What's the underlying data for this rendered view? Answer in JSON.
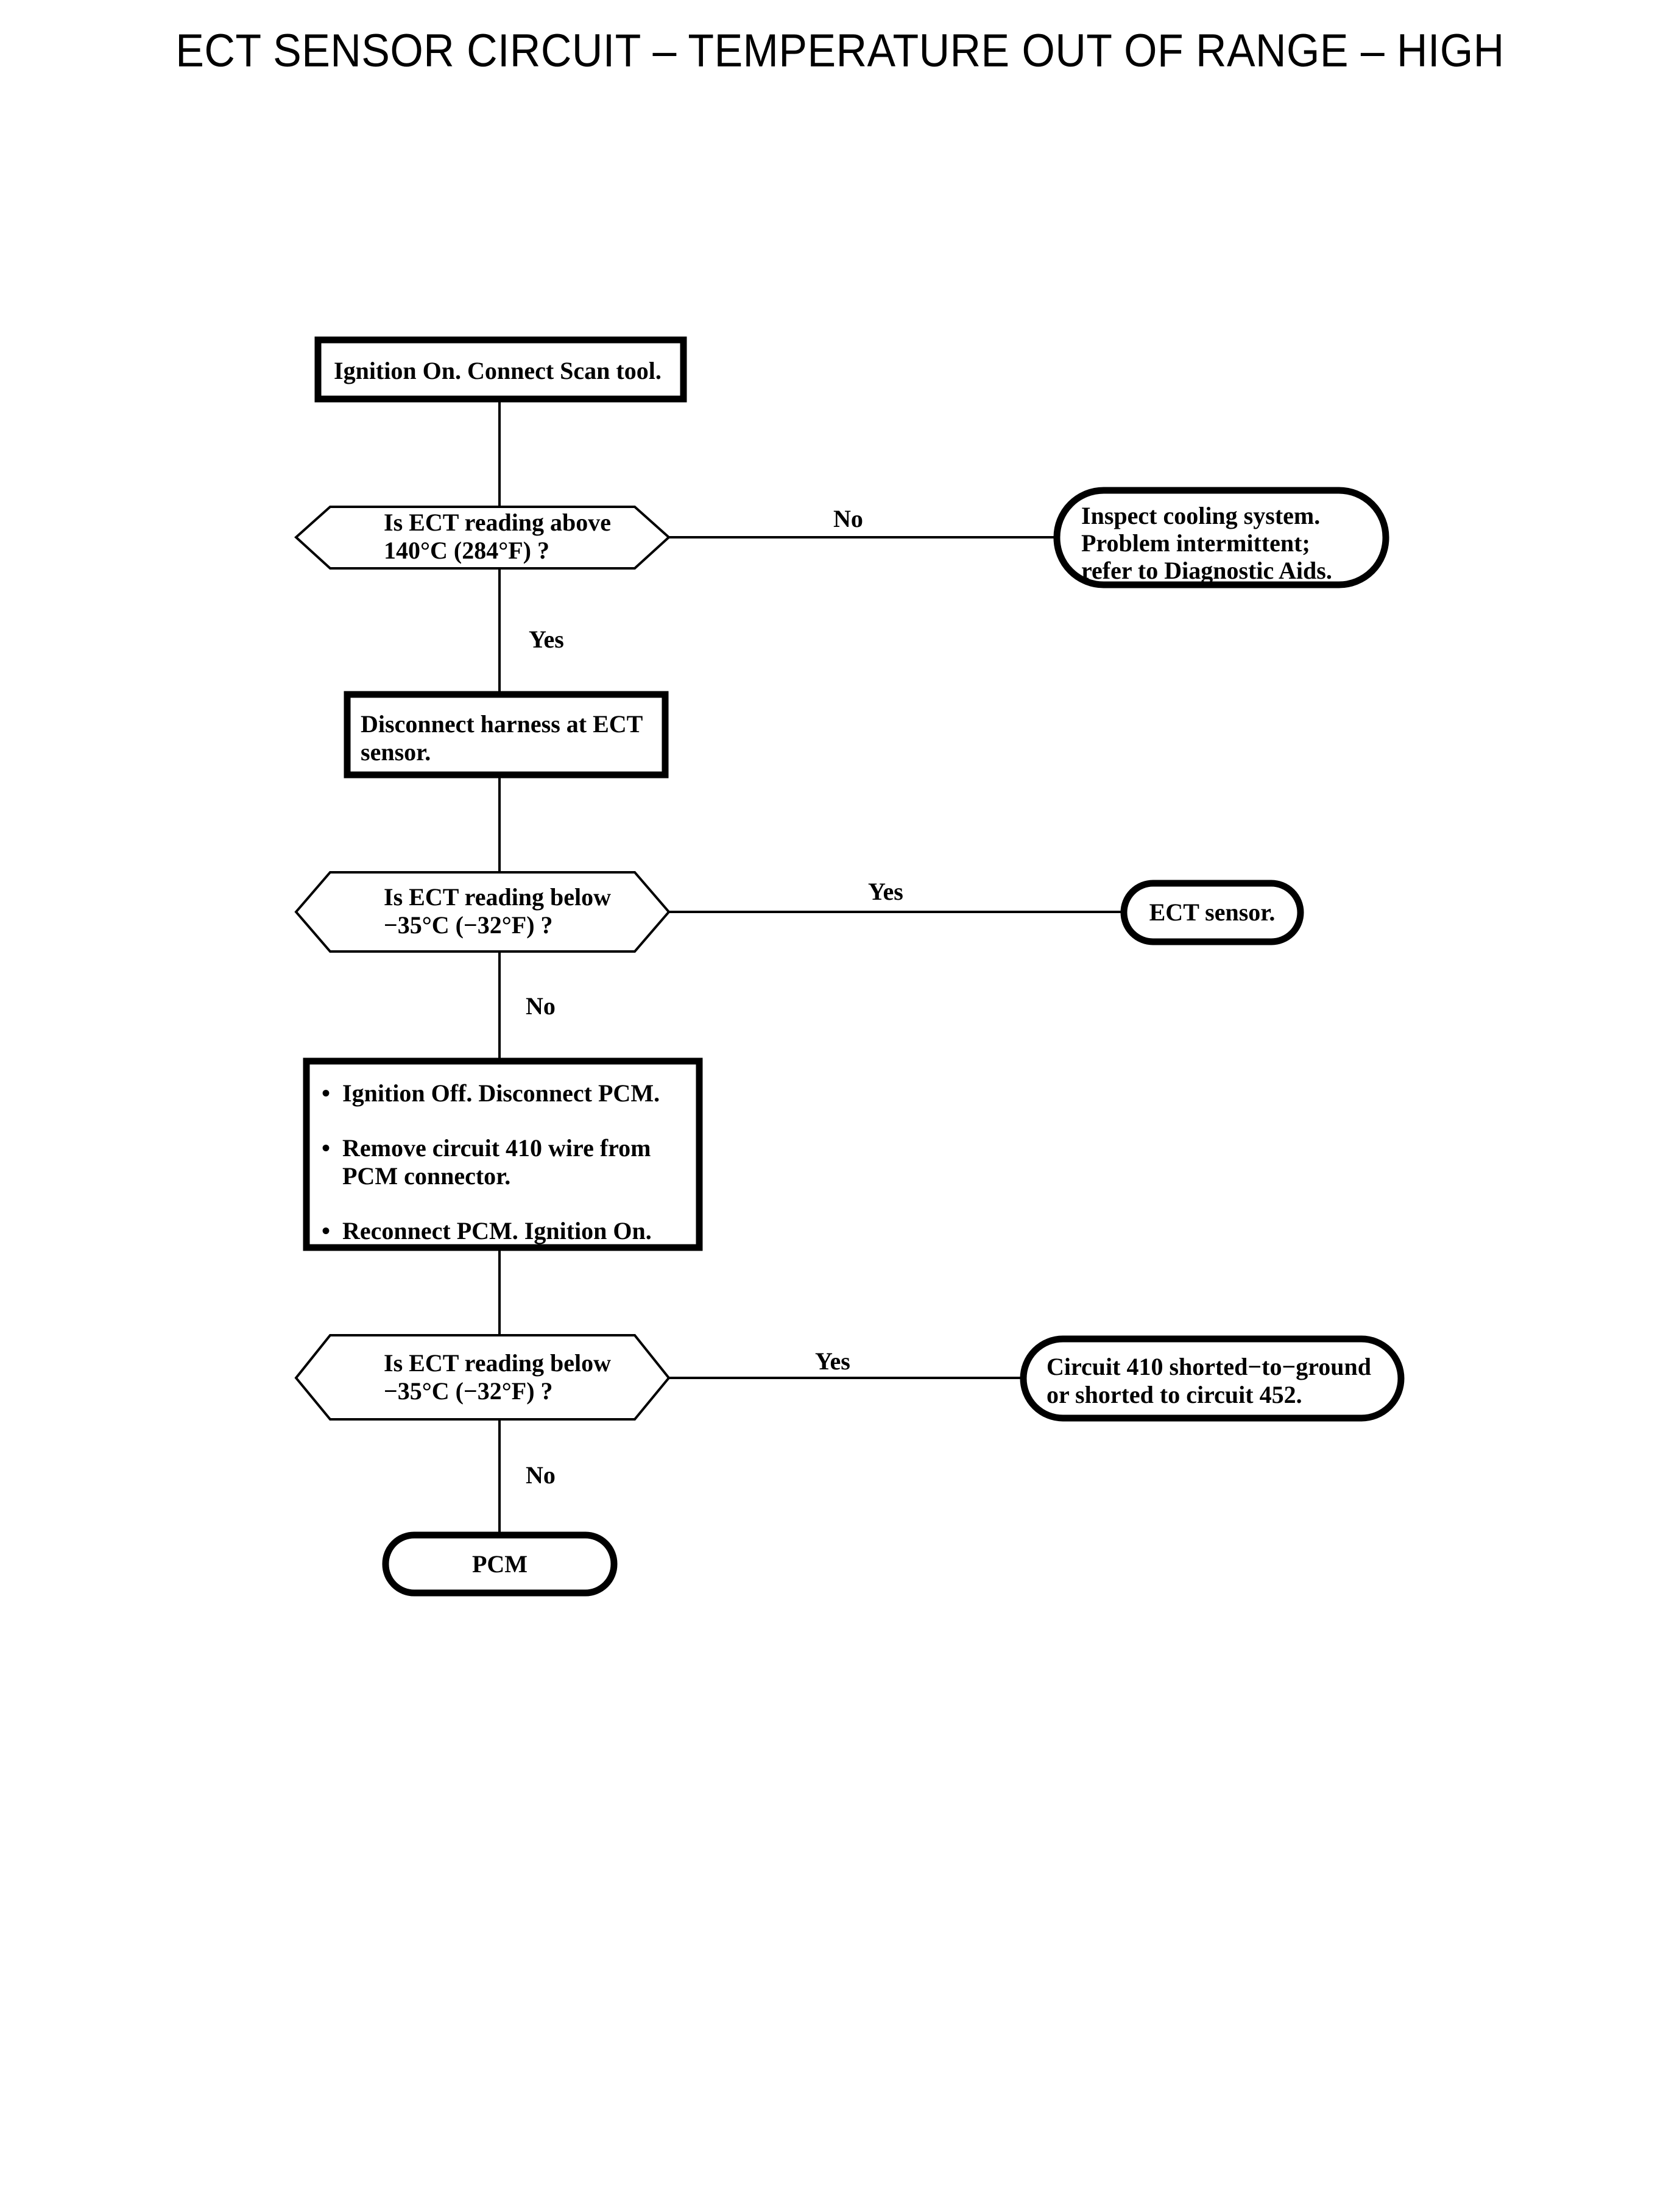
{
  "title": "ECT SENSOR CIRCUIT – TEMPERATURE OUT OF RANGE – HIGH",
  "chart_data": {
    "type": "diagram",
    "diagram_kind": "flowchart",
    "title": "ECT SENSOR CIRCUIT – TEMPERATURE OUT OF RANGE – HIGH",
    "orientation": "top-to-bottom with right branches",
    "nodes": [
      {
        "id": "n1",
        "shape": "rectangle",
        "text": "Ignition On. Connect Scan tool."
      },
      {
        "id": "n2",
        "shape": "hexagon",
        "text": "Is ECT reading above\n140°C (284°F) ?"
      },
      {
        "id": "n3",
        "shape": "stadium",
        "text": "Inspect cooling system.\nProblem intermittent;\nrefer to Diagnostic Aids."
      },
      {
        "id": "n4",
        "shape": "rectangle",
        "text": "Disconnect harness at ECT\nsensor."
      },
      {
        "id": "n5",
        "shape": "hexagon",
        "text": "Is ECT reading below\n−35°C (−32°F) ?"
      },
      {
        "id": "n6",
        "shape": "stadium",
        "text": "ECT sensor."
      },
      {
        "id": "n7",
        "shape": "rectangle-bullets",
        "bullets": [
          "Ignition Off. Disconnect PCM.",
          "Remove circuit 410 wire from\nPCM connector.",
          "Reconnect PCM. Ignition On."
        ]
      },
      {
        "id": "n8",
        "shape": "hexagon",
        "text": "Is ECT reading below\n−35°C (−32°F) ?"
      },
      {
        "id": "n9",
        "shape": "stadium",
        "text": "Circuit 410 shorted−to−ground\nor shorted to circuit 452."
      },
      {
        "id": "n10",
        "shape": "stadium",
        "text": "PCM"
      }
    ],
    "edges": [
      {
        "from": "n1",
        "to": "n2",
        "label": ""
      },
      {
        "from": "n2",
        "to": "n3",
        "label": "No"
      },
      {
        "from": "n2",
        "to": "n4",
        "label": "Yes"
      },
      {
        "from": "n4",
        "to": "n5",
        "label": ""
      },
      {
        "from": "n5",
        "to": "n6",
        "label": "Yes"
      },
      {
        "from": "n5",
        "to": "n7",
        "label": "No"
      },
      {
        "from": "n7",
        "to": "n8",
        "label": ""
      },
      {
        "from": "n8",
        "to": "n9",
        "label": "Yes"
      },
      {
        "from": "n8",
        "to": "n10",
        "label": "No"
      }
    ]
  },
  "nodes": {
    "start_step": {
      "text": "Ignition On. Connect Scan tool."
    },
    "decision_high": {
      "line1": "Is ECT reading above",
      "line2": "140°C (284°F) ?"
    },
    "result_cooling": {
      "line1": "Inspect cooling system.",
      "line2": "Problem intermittent;",
      "line3": "refer to Diagnostic Aids."
    },
    "step_disconnect": {
      "line1": "Disconnect harness at ECT",
      "line2": "sensor."
    },
    "decision_low_1": {
      "line1": "Is ECT reading below",
      "line2": "−35°C (−32°F) ?"
    },
    "result_sensor": {
      "text": "ECT sensor."
    },
    "step_pcm": {
      "bullet1": "Ignition Off. Disconnect PCM.",
      "bullet2": "Remove circuit 410 wire from\nPCM connector.",
      "bullet3": "Reconnect PCM. Ignition On.",
      "bullet_glyph": "•"
    },
    "decision_low_2": {
      "line1": "Is ECT reading below",
      "line2": "−35°C (−32°F) ?"
    },
    "result_short": {
      "line1": "Circuit 410 shorted−to−ground",
      "line2": "or shorted to circuit 452."
    },
    "result_pcm": {
      "text": "PCM"
    }
  },
  "edge_labels": {
    "no_1": "No",
    "yes_1": "Yes",
    "yes_2": "Yes",
    "no_2": "No",
    "yes_3": "Yes",
    "no_3": "No"
  },
  "colors": {
    "background": "#ffffff",
    "ink": "#000000",
    "shape_fill": "#ffffff"
  }
}
